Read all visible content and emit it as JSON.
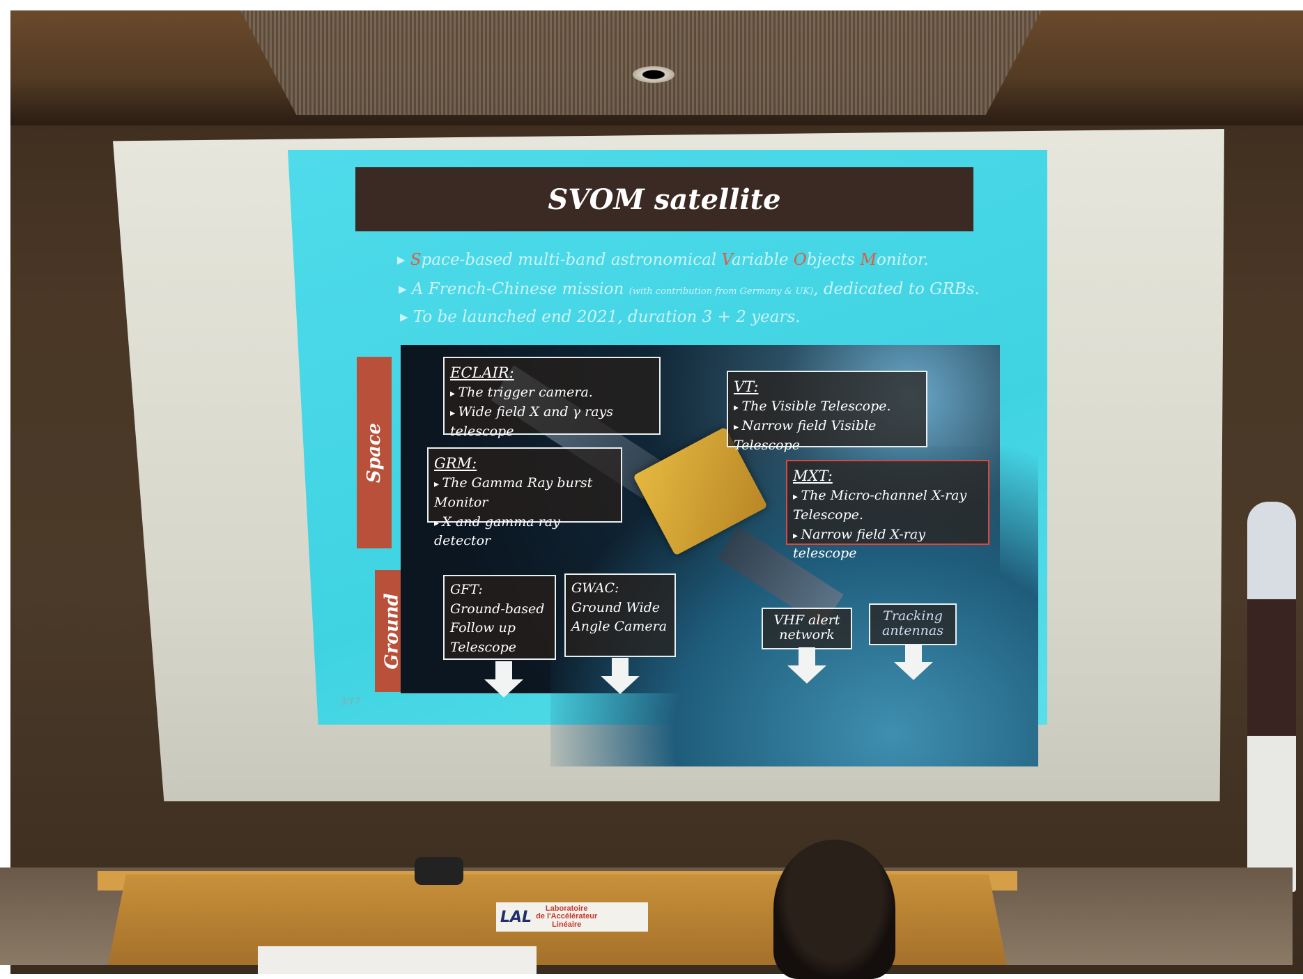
{
  "slide": {
    "title": "SVOM satellite",
    "bullets": [
      {
        "prefix": "",
        "parts": [
          "S",
          "pace-based multi-band astronomical ",
          "V",
          "ariable ",
          "O",
          "bjects ",
          "M",
          "onitor."
        ]
      },
      {
        "main": "A French-Chinese mission",
        "note": "(with contribution from Germany & UK)",
        "tail": ", dedicated to GRBs."
      },
      {
        "main": "To be launched end 2021, duration 3 + 2 years."
      }
    ],
    "side_labels": {
      "space": "Space",
      "ground": "Ground"
    },
    "eclair": {
      "head": "ECLAIR:",
      "items": [
        "The trigger camera.",
        "Wide field X and γ rays telescope"
      ]
    },
    "vt": {
      "head": "VT:",
      "items": [
        "The Visible Telescope.",
        "Narrow field Visible Telescope"
      ]
    },
    "grm": {
      "head": "GRM:",
      "items": [
        "The Gamma Ray burst Monitor",
        "X and gamma ray detector"
      ]
    },
    "mxt": {
      "head": "MXT:",
      "items": [
        "The Micro-channel X-ray Telescope.",
        "Narrow field X-ray telescope"
      ]
    },
    "gft": {
      "head": "GFT:",
      "lines": [
        "Ground-based",
        "Follow up",
        "Telescope"
      ]
    },
    "gwac": {
      "head": "GWAC:",
      "lines": [
        "Ground Wide",
        "Angle Camera"
      ]
    },
    "vhf": {
      "lines": [
        "VHF alert",
        "network"
      ]
    },
    "tracking": {
      "lines": [
        "Tracking",
        "antennas"
      ]
    },
    "page_number": "3/17"
  },
  "lectern_sign": {
    "logo": "LAL",
    "lines": [
      "Laboratoire",
      "de l'Accélérateur",
      "Linéaire"
    ]
  },
  "colors": {
    "slide_bg": "#45d6e6",
    "title_bar": "#3b2a24",
    "accent_red": "#b8503a"
  }
}
